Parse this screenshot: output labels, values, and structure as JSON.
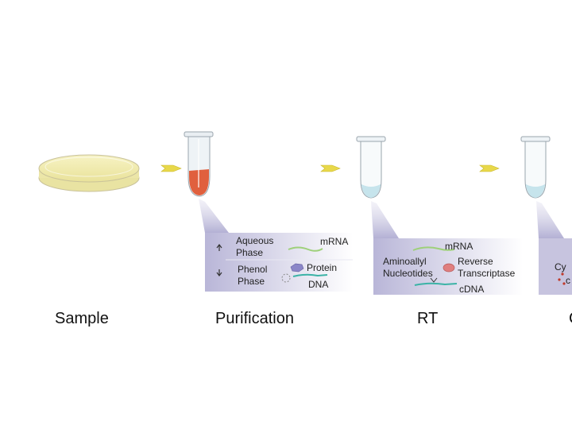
{
  "steps": [
    {
      "label": "Sample"
    },
    {
      "label": "Purification"
    },
    {
      "label": "RT"
    },
    {
      "label": "C"
    }
  ],
  "purification_callout": {
    "aqueous_line1": "Aqueous",
    "aqueous_line2": "Phase",
    "phenol_line1": "Phenol",
    "phenol_line2": "Phase",
    "mrna": "mRNA",
    "protein": "Protein",
    "dna": "DNA"
  },
  "rt_callout": {
    "mrna": "mRNA",
    "aminoallyl": "Aminoallyl",
    "nucleotides": "Nucleotides",
    "reverse": "Reverse",
    "transcriptase": "Transcriptase",
    "cdna": "cDNA"
  },
  "coupling_callout": {
    "cy": "Cy",
    "c": "c"
  },
  "colors": {
    "plate_fill": "#f3eeb0",
    "arrow": "#e8d84a",
    "sample_red": "#e0603e",
    "callout_bg": "#c9c7e0",
    "mrna_strand": "#9ed07a",
    "dna_strand": "#3bb3a6",
    "protein": "#8b86c8",
    "enzyme": "#e07f7f"
  }
}
